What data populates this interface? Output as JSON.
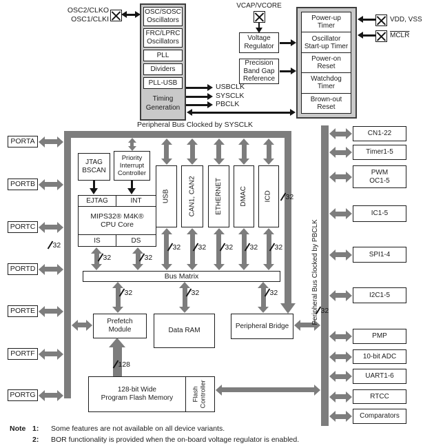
{
  "diagram": {
    "osc_pins": {
      "line1": "OSC2/CLKO",
      "line2": "OSC1/CLKI"
    },
    "clock": {
      "blocks": [
        "OSC/SOSC\nOscillators",
        "FRC/LPRC\nOscillators",
        "PLL",
        "Dividers",
        "PLL-USB"
      ],
      "container_label": "Timing\nGeneration",
      "outputs": [
        "USBCLK",
        "SYSCLK",
        "PBCLK"
      ]
    },
    "power": {
      "vcap_pin": "VCAP/VCORE",
      "voltage_regulator": "Voltage\nRegulator",
      "band_gap": "Precision\nBand Gap\nReference",
      "reset_blocks": [
        "Power-up\nTimer",
        "Oscillator\nStart-up Timer",
        "Power-on\nReset",
        "Watchdog\nTimer",
        "Brown-out\nReset"
      ],
      "vdd_pin": "VDD, VSS",
      "mclr_pin": "MCLR"
    },
    "sysclk_bus_label": "Peripheral Bus Clocked by SYSCLK",
    "pbclk_bus_label": "Peripheral Bus Clocked by PBCLK",
    "ports": [
      "PORTA",
      "PORTB",
      "PORTC",
      "PORTD",
      "PORTE",
      "PORTF",
      "PORTG"
    ],
    "cpu": {
      "jtag_bscan": "JTAG\nBSCAN",
      "interrupt_controller": "Priority\nInterrupt\nController",
      "ejtag": "EJTAG",
      "int": "INT",
      "core": "MIPS32® M4K®\nCPU Core",
      "is": "IS",
      "ds": "DS"
    },
    "sys_peripherals": [
      "USB",
      "CAN1, CAN2",
      "ETHERNET",
      "DMAC",
      "ICD"
    ],
    "bus_matrix": "Bus Matrix",
    "memory": {
      "prefetch": "Prefetch\nModule",
      "data_ram": "Data RAM",
      "bridge": "Peripheral Bridge",
      "flash": "128-bit Wide\nProgram Flash Memory",
      "flash_controller": "Flash\nController"
    },
    "pb_peripherals": [
      "CN1-22",
      "Timer1-5",
      "PWM\nOC1-5",
      "IC1-5",
      "SPI1-4",
      "I2C1-5",
      "PMP",
      "10-bit ADC",
      "UART1-6",
      "RTCC",
      "Comparators"
    ],
    "bus_width_32": "32",
    "bus_width_128": "128",
    "notes": {
      "heading": "Note",
      "n1_num": "1:",
      "n1_text": "Some features are not available on all device variants.",
      "n2_num": "2:",
      "n2_text": "BOR functionality is provided when the on-board voltage regulator is enabled."
    },
    "colors": {
      "bus_gray": "#7d7d7d",
      "container_gray": "#c9c9c9"
    }
  }
}
